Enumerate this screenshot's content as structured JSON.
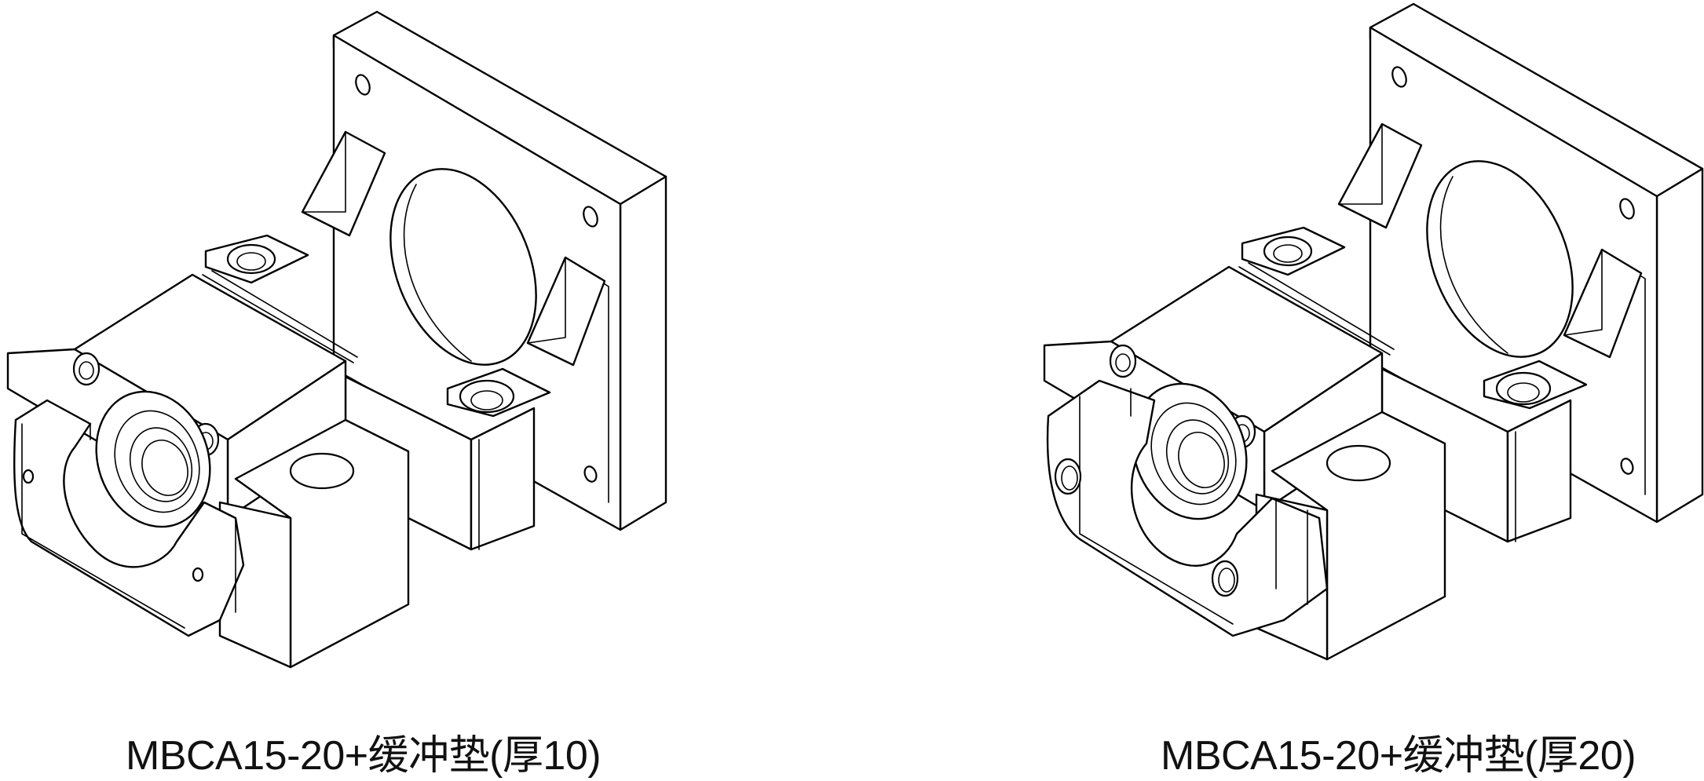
{
  "figures": [
    {
      "id": "left",
      "caption": "MBCA15-20+缓冲垫(厚10)"
    },
    {
      "id": "right",
      "caption": "MBCA15-20+缓冲垫(厚20)"
    }
  ]
}
